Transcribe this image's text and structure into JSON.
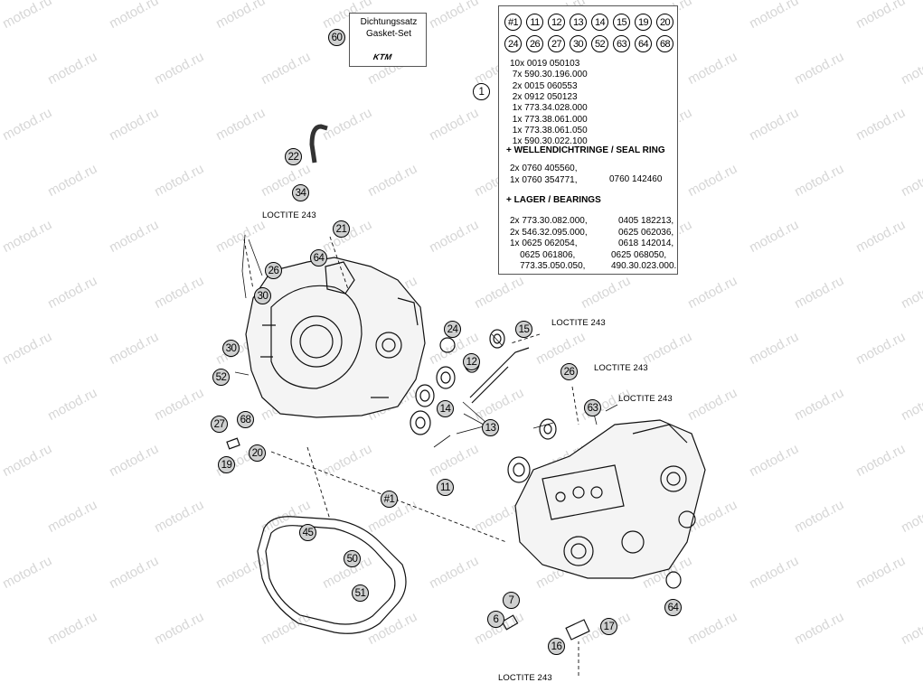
{
  "watermark": "motod.ru",
  "gasket_set": {
    "callout": "60",
    "line1": "Dichtungssatz",
    "line2": "Gasket-Set",
    "logo": "KTM"
  },
  "parts_box": {
    "callouts_row1": [
      "#1",
      "11",
      "12",
      "13",
      "14",
      "15",
      "19",
      "20"
    ],
    "callouts_row2": [
      "24",
      "26",
      "27",
      "30",
      "52",
      "63",
      "64",
      "68"
    ],
    "main_callout": "1",
    "lines": [
      "10x 0019 050103",
      " 7x 590.30.196.000",
      " 2x 0015 060553",
      " 2x 0912 050123",
      " 1x 773.34.028.000",
      " 1x 773.38.061.000",
      " 1x 773.38.061.050",
      " 1x 590.30.022.100"
    ],
    "seal_heading": "+ WELLENDICHTRINGE /  SEAL RING",
    "seal_lines": [
      "2x 0760 405560,",
      "1x 0760 354771,"
    ],
    "seal_col2": "0760 142460",
    "bearing_heading": "+ LAGER / BEARINGS",
    "bearing_col1": [
      "2x 773.30.082.000,",
      "2x 546.32.095.000,",
      "1x 0625 062054,",
      "    0625 061806,",
      "    773.35.050.050,"
    ],
    "bearing_col2": [
      "0405 182213,",
      "0625 062036,",
      "0618 142014,",
      "0625 068050,",
      "490.30.023.000."
    ]
  },
  "loctite_labels": [
    "LOCTITE 243",
    "LOCTITE 243",
    "LOCTITE 243",
    "LOCTITE 243",
    "LOCTITE 243"
  ],
  "callouts": [
    "22",
    "34",
    "21",
    "64",
    "26",
    "30",
    "30",
    "52",
    "27",
    "68",
    "20",
    "19",
    "24",
    "15",
    "12",
    "14",
    "13",
    "11",
    "#1",
    "45",
    "50",
    "51",
    "26",
    "63",
    "64",
    "7",
    "6",
    "17",
    "16"
  ]
}
